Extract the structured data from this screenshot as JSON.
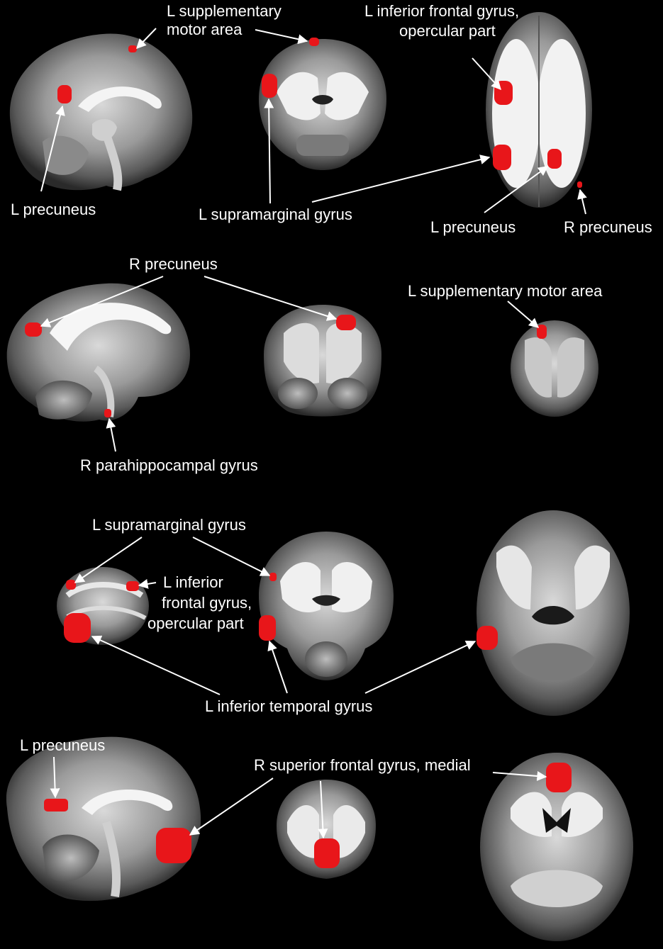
{
  "labels": {
    "r1_sma_line1": "L supplementary",
    "r1_sma_line2": "motor area",
    "r1_ifg_line1": "L inferior frontal gyrus,",
    "r1_ifg_line2": "opercular part",
    "r1_precuneus_sag": "L precuneus",
    "r1_smg": "L supramarginal gyrus",
    "r1_precuneus_ax": "L precuneus",
    "r1_r_precuneus": "R precuneus",
    "r2_r_precuneus": "R precuneus",
    "r2_sma": "L supplementary motor area",
    "r2_parahippo": "R parahippocampal gyrus",
    "r3_smg": "L supramarginal gyrus",
    "r3_ifg_line1": "L inferior",
    "r3_ifg_line2": "frontal gyrus,",
    "r3_ifg_line3": "opercular part",
    "r3_itg": "L inferior temporal gyrus",
    "r4_precuneus": "L precuneus",
    "r4_sfg": "R superior frontal gyrus, medial"
  },
  "colors": {
    "background": "#000000",
    "activation": "#e8161a",
    "label": "#ffffff"
  }
}
